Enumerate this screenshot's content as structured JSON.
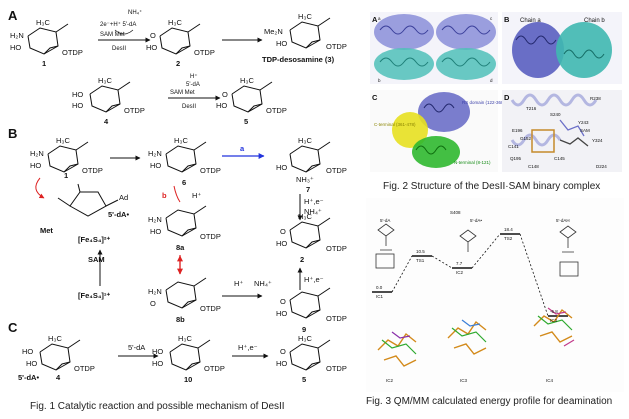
{
  "panels": {
    "A": "A",
    "B": "B",
    "C": "C"
  },
  "fig1": {
    "caption": "Fig. 1 Catalytic reaction and possible mechanism of DesII",
    "a_reagents_top": "NH₄⁺",
    "a_reagents_1": "2e⁻+H⁺ 5'-dA",
    "a_reagents_2": "SAM     Met",
    "a_enzyme": "DesII",
    "a_product_3": "TDP-desosamine (3)",
    "a_reagents_b1": "H⁺",
    "a_reagents_b2": "5'-dA",
    "a_reagents_b3": "SAM      Met",
    "compound_numbers": [
      "1",
      "2",
      "4",
      "5",
      "6",
      "7",
      "8a",
      "8b",
      "9",
      "1",
      "10",
      "5"
    ],
    "b_path_a": "a",
    "b_path_b": "b",
    "b_hplus": "H⁺",
    "b_he": "H⁺,e⁻",
    "b_nh4": "NH₄⁺",
    "b_he2": "H⁺,e⁻",
    "b_h": "H⁺",
    "b_nh4b": "NH₄⁺",
    "b_5da": "5'-dA•",
    "b_ad": "Ad",
    "b_met": "Met",
    "b_fes_top": "[Fe₄S₄]²⁺",
    "b_sam": "SAM",
    "b_fes_bot": "[Fe₄S₄]¹⁺",
    "c_5da": "5'-dA",
    "c_he": "H⁺,e⁻",
    "c_5dA_dot": "5'-dA•",
    "otdp": "OTDP",
    "h3c": "H₃C",
    "ho": "HO",
    "h2n": "H₂N",
    "me2n": "Me₂N",
    "nh3": "NH₃⁺",
    "o": "O"
  },
  "fig2": {
    "caption": "Fig. 2 Structure of the DesII·SAM binary complex",
    "sub": [
      "A",
      "B",
      "C",
      "D"
    ],
    "chain_a": "Chain a",
    "chain_b": "Chain b",
    "quadrants": [
      "a",
      "c",
      "b",
      "d"
    ],
    "domains": [
      "RS domain (122-360)",
      "C-terminal (361-478)",
      "N-terminal (8-121)"
    ],
    "residues": [
      "R238",
      "T216",
      "S240",
      "Y243",
      "E196",
      "Y324",
      "C141",
      "Q195",
      "G152",
      "C145",
      "C148",
      "SAM",
      "D224"
    ]
  },
  "fig3": {
    "caption": "Fig. 3 QM/MM calculated energy profile for deamination",
    "levels": [
      "0.0",
      "10.5",
      "7.7",
      "18.4",
      "-6.8"
    ],
    "states": [
      "IC1",
      "TS1",
      "IC2",
      "TS2",
      "IC3"
    ],
    "mol_labels": [
      "5'-dA",
      "S408",
      "5'-dA•",
      "5'-dAH"
    ],
    "struct_labels": [
      "IC2",
      "IC3",
      "IC4"
    ]
  },
  "colors": {
    "blue_arrow": "#2233dd",
    "red_arrow": "#dd2222",
    "protein_purple": "#6b6fc8",
    "protein_cyan": "#3fb8b0",
    "domain_yellow": "#e7e020",
    "domain_green": "#2fb82f"
  }
}
